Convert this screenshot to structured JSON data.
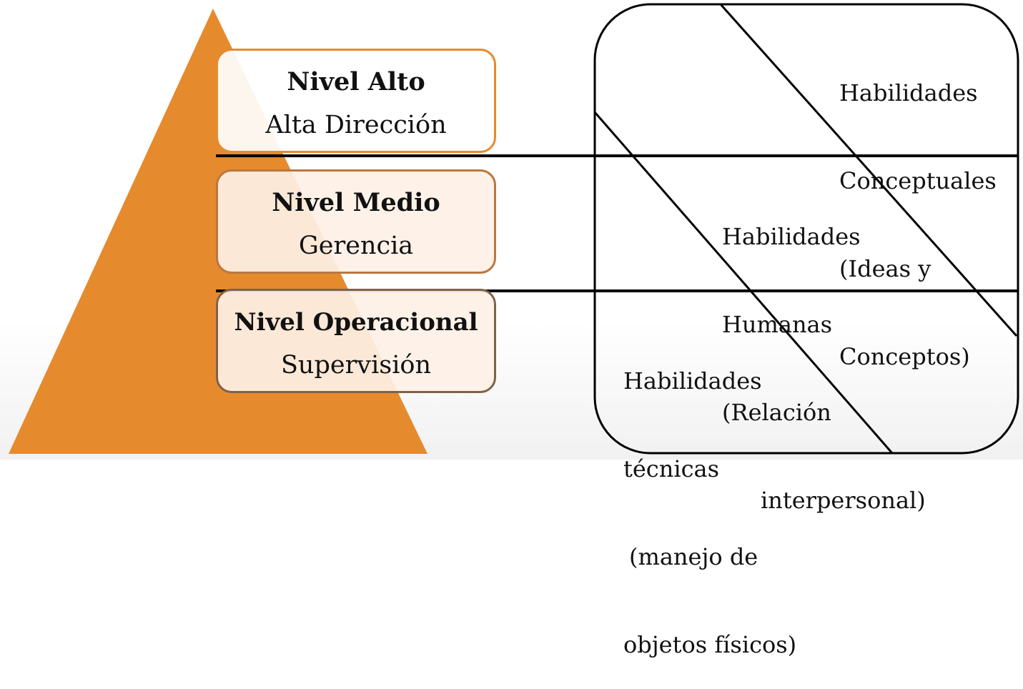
{
  "colors": {
    "pyramid": "#e68a2e",
    "box_border_alto": "#e68a2e",
    "box_border_medio": "#b9783f",
    "box_border_operacional": "#7f6348",
    "lines": "#000000"
  },
  "levels": [
    {
      "title": "Nivel Alto",
      "subtitle": "Alta Dirección"
    },
    {
      "title": "Nivel Medio",
      "subtitle": "Gerencia"
    },
    {
      "title": "Nivel Operacional",
      "subtitle": "Supervisión"
    }
  ],
  "skills": {
    "conceptuales": [
      "Habilidades",
      "Conceptuales",
      "(Ideas y",
      "Conceptos)"
    ],
    "humanas": [
      "Habilidades",
      "Humanas",
      "(Relación",
      "interpersonal)"
    ],
    "tecnicas": [
      "Habilidades",
      "técnicas",
      "(manejo de",
      "objetos físicos)"
    ]
  }
}
